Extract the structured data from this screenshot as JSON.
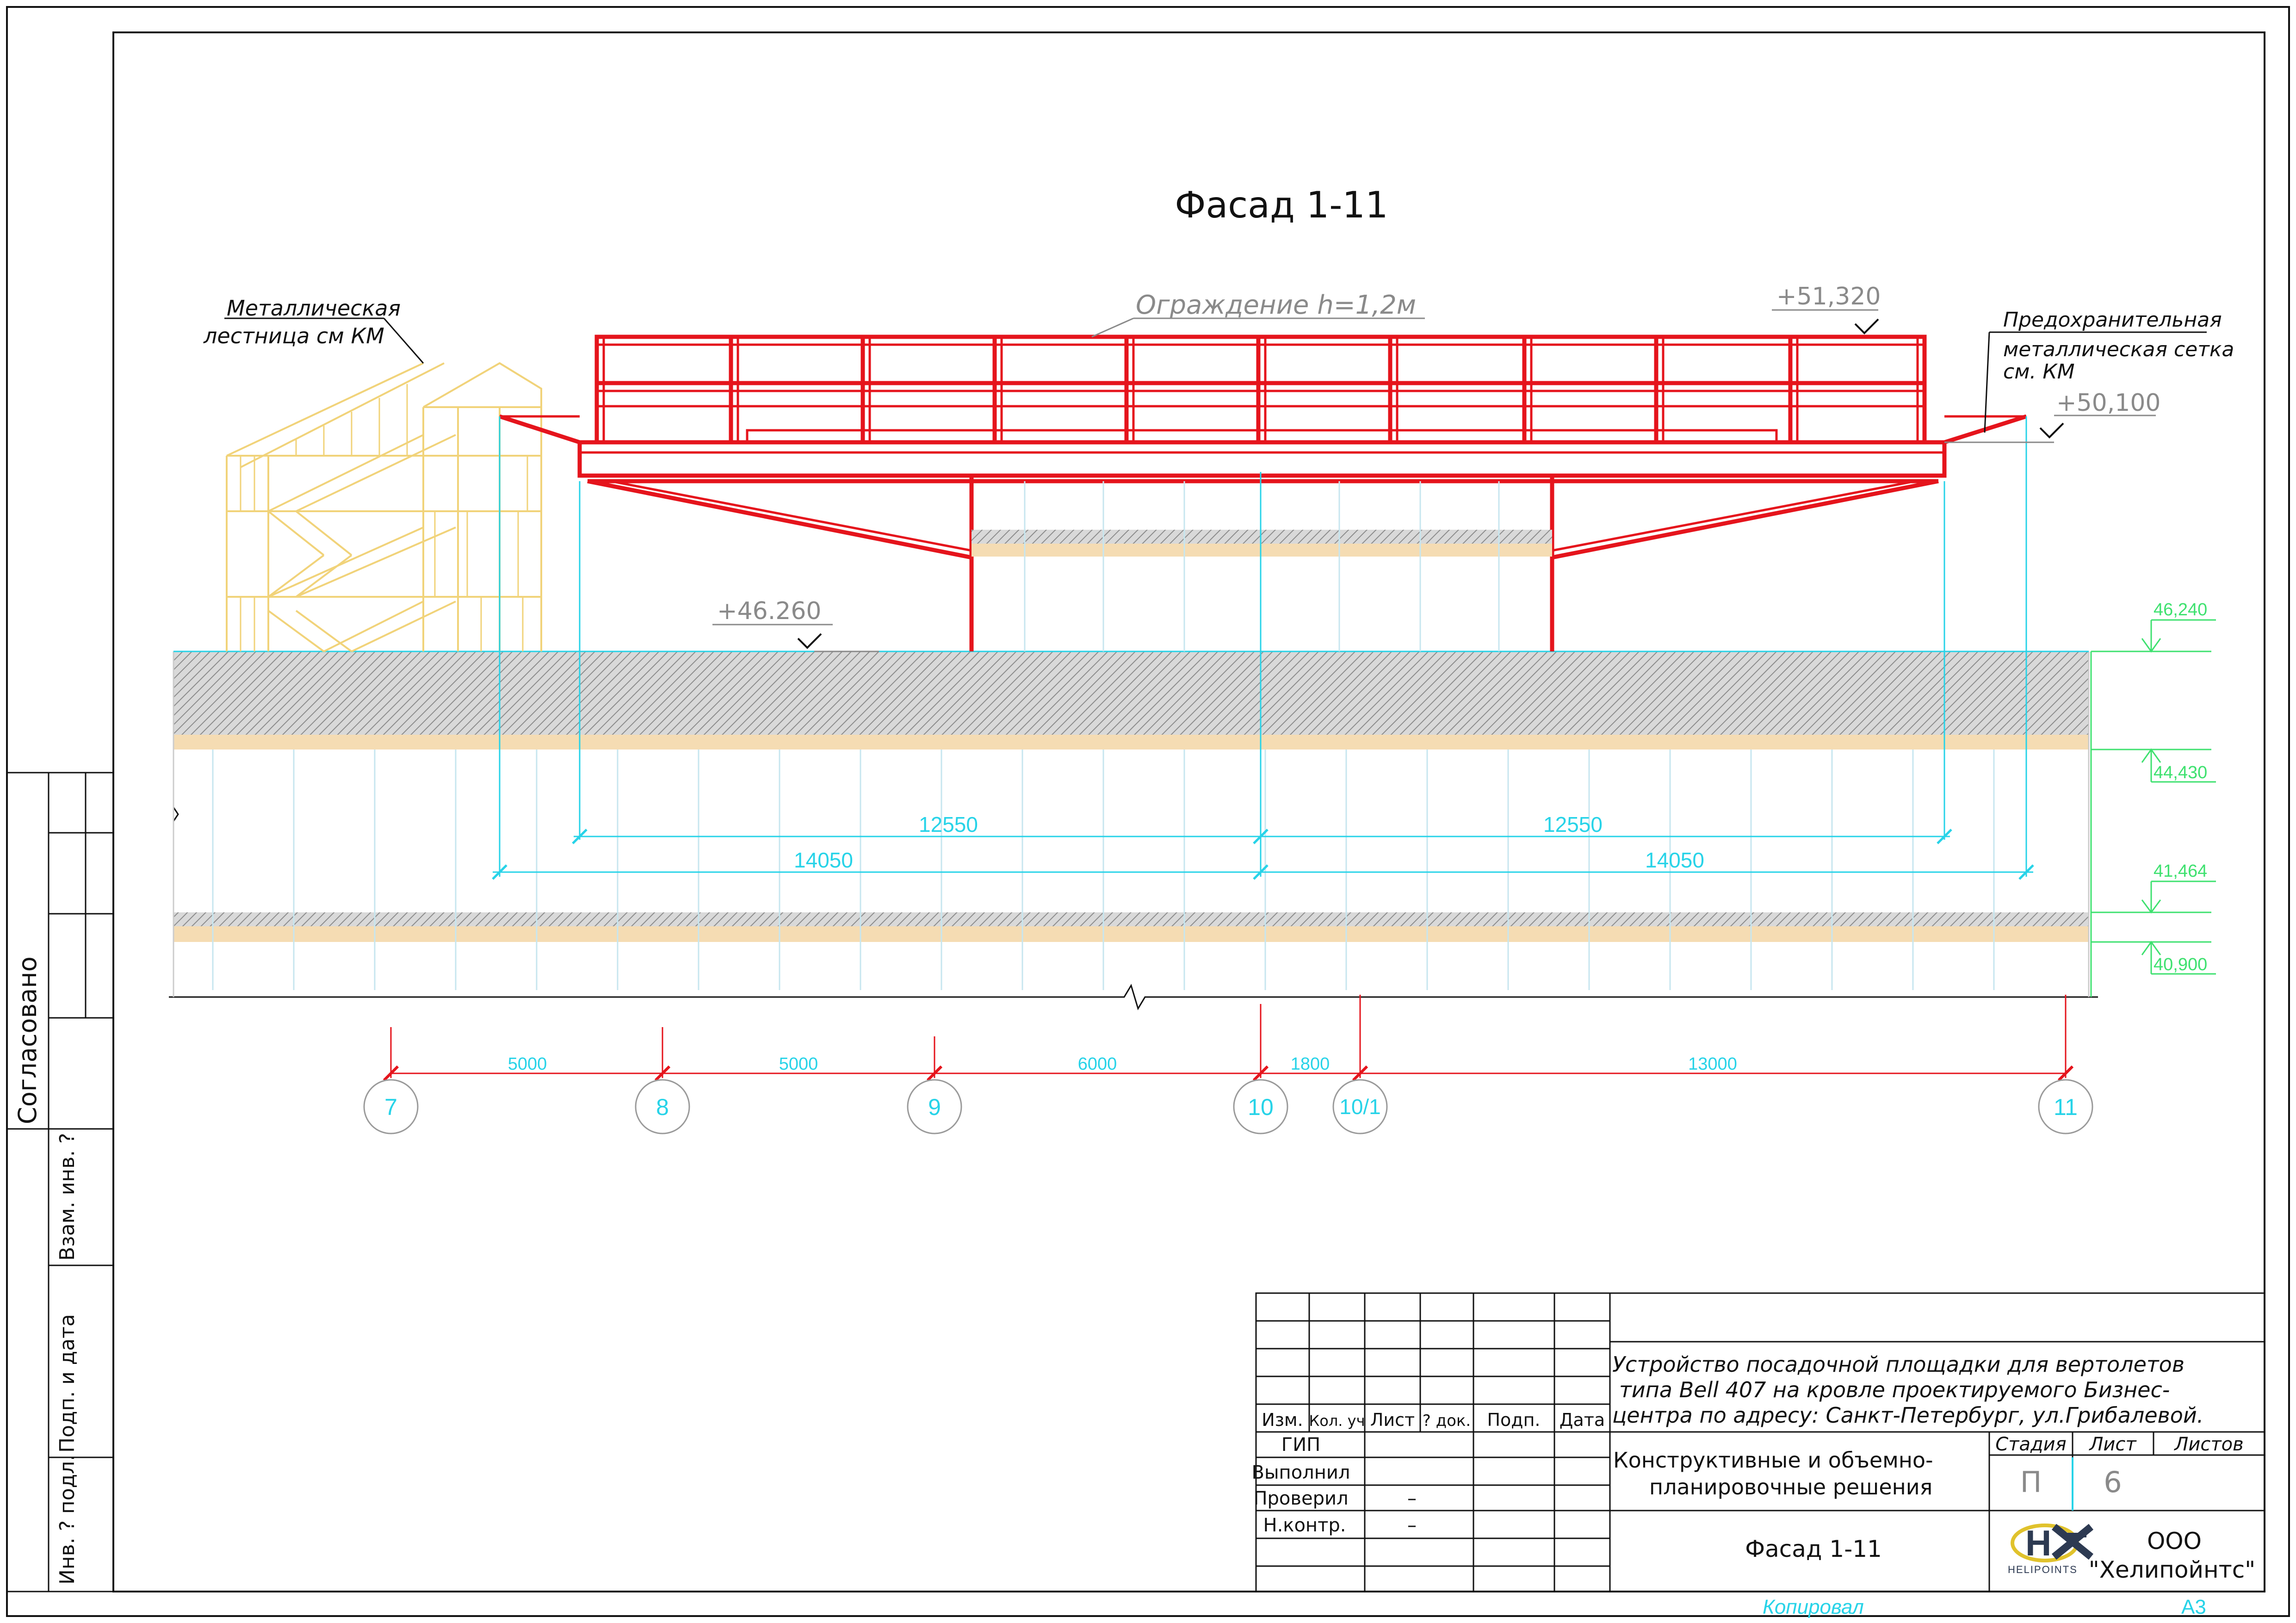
{
  "sheet": {
    "title": "Фасад 1-11",
    "railing_label": "Ограждение h=1,2м",
    "ladder_label_1": "Металлическая",
    "ladder_label_2": "лестница см КМ",
    "net_label_1": "Предохранительная",
    "net_label_2": "металлическая сетка",
    "net_label_3": "см. КМ"
  },
  "levels": {
    "top": "+51,320",
    "deck": "+50,100",
    "roof": "+46.260",
    "right": [
      "46,240",
      "44,430",
      "41,464",
      "40,900"
    ]
  },
  "dimensions": {
    "inner": [
      "12550",
      "12550"
    ],
    "outer": [
      "14050",
      "14050"
    ],
    "axes_spacing": [
      "5000",
      "5000",
      "6000",
      "1800",
      "13000"
    ]
  },
  "axes": [
    "7",
    "8",
    "9",
    "10",
    "10/1",
    "11"
  ],
  "stamp": {
    "side_agreed": "Согласовано",
    "side_swap": "Взам. инв. ?",
    "side_sign": "Подп. и дата",
    "side_inv": "Инв. ? подл.",
    "headers": [
      "Изм.",
      "Кол. уч",
      "Лист",
      "? док.",
      "Подп.",
      "Дата"
    ],
    "roles": [
      "ГИП",
      "Выполнил",
      "Проверил",
      "Н.контр."
    ],
    "dash": "–",
    "project_1": "Устройство посадочной площадки для вертолетов",
    "project_2": "типа Bell 407 на кровле проектируемого Бизнес-",
    "project_3": "центра по адресу: Санкт-Петербург, ул.Грибалевой.",
    "section_1": "Конструктивные и объемно-",
    "section_2": "планировочные решения",
    "stage_header": "Стадия",
    "sheet_header": "Лист",
    "sheets_header": "Листов",
    "stage": "П",
    "sheet_no": "6",
    "drawing_name": "Фасад 1-11",
    "company_1": "ООО",
    "company_2": "\"Хелипойнтс\"",
    "logo_text": "HELIPOINTS",
    "copied": "Копировал",
    "format": "А3"
  }
}
